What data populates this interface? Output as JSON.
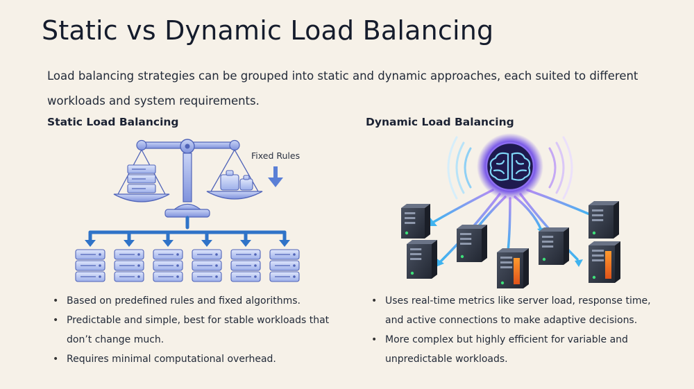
{
  "title": "Static vs Dynamic Load Balancing",
  "intro": "Load balancing strategies can be grouped into static and dynamic approaches, each suited to different workloads and system requirements.",
  "static": {
    "heading": "Static Load Balancing",
    "fixed_rules_label": "Fixed Rules",
    "bullets": [
      "Based on predefined rules and fixed algorithms.",
      "Predictable and simple, best for stable workloads that don’t change much.",
      "Requires minimal computational overhead."
    ]
  },
  "dynamic": {
    "heading": "Dynamic Load Balancing",
    "bullets": [
      "Uses real-time metrics like server load, response time, and active connections to make adaptive decisions.",
      "More complex but highly efficient for variable and unpredictable workloads."
    ]
  },
  "colors": {
    "background": "#f6f1e8",
    "scale_blue": "#7d93e0",
    "arrow_blue": "#2f73c8",
    "server_dark": "#2f3440",
    "glow_purple": "#a46be8",
    "glow_blue": "#3db4f0",
    "load_high": "#f07a1a"
  },
  "icons": [
    "scale-icon",
    "server-stack-icon",
    "weights-icon",
    "down-arrow-icon",
    "brain-icon",
    "server-tower-icon"
  ]
}
